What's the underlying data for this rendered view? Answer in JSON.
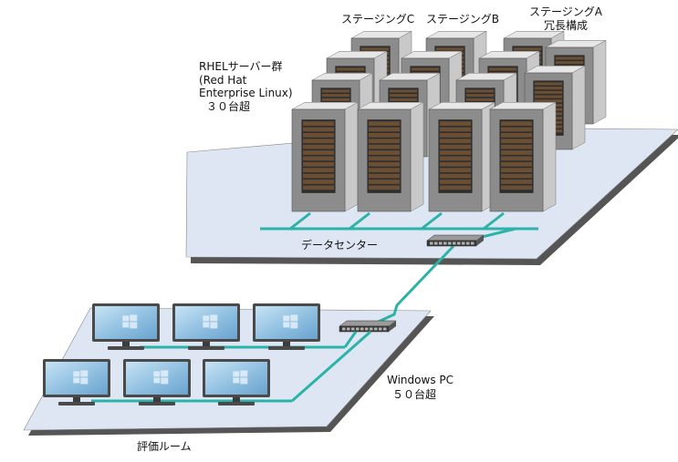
{
  "labels": {
    "staging_c": "ステージングC",
    "staging_b": "ステージングB",
    "staging_a": "ステージングA",
    "staging_a_sub": "冗長構成",
    "rhel_group": "RHELサーバー群",
    "rhel_paren1": "(Red Hat",
    "rhel_paren2": "Enterprise Linux)",
    "rhel_count": "３０台超",
    "datacenter": "データセンター",
    "windows_pc": "Windows PC",
    "windows_count": "５０台超",
    "eval_room": "評価ルーム"
  },
  "colors": {
    "link": "#2bb3a8",
    "platform": "#dde6f2",
    "platform_shadow": "#555555",
    "server_front": "#8c8c8c",
    "server_side": "#c9c9c9",
    "server_top": "#e7e7e7",
    "drive": "#6b4f35",
    "monitor_screen": "#8fbfe0",
    "monitor_frame": "#4a4a4a"
  },
  "icons": {
    "server": "server-tower-icon",
    "switch": "network-switch-icon",
    "monitor": "desktop-monitor-icon"
  }
}
